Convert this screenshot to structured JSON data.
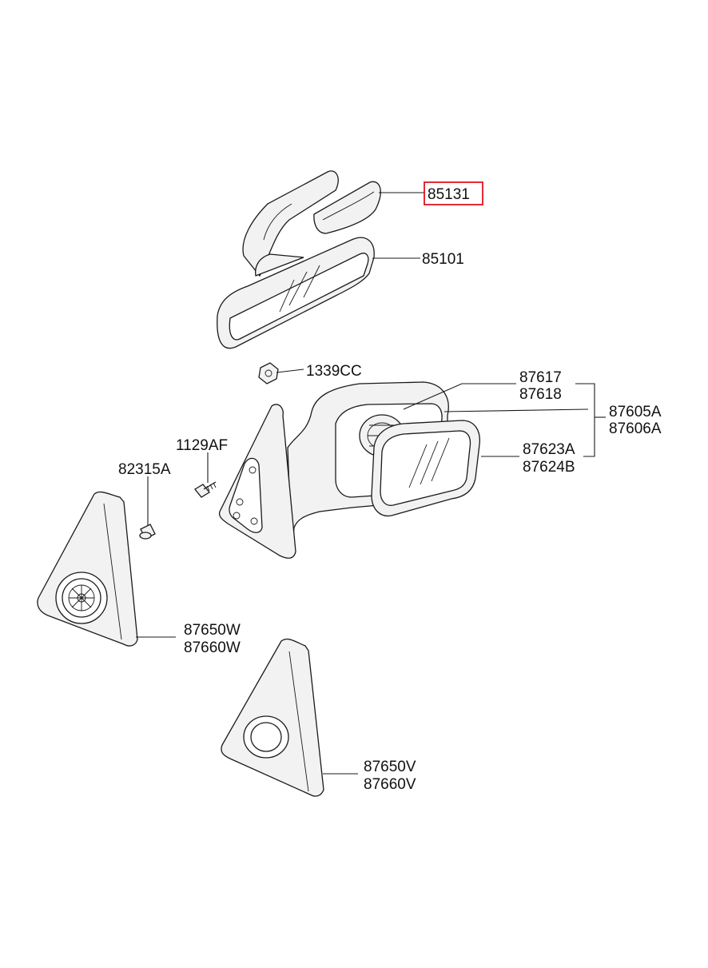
{
  "colors": {
    "highlight": "#e0141e",
    "line": "#1a1a1a",
    "background": "#ffffff"
  },
  "highlighted_part": "85131",
  "labels": {
    "p85131": "85131",
    "p85101": "85101",
    "p1339CC": "1339CC",
    "p87617": "87617",
    "p87618": "87618",
    "p87605A": "87605A",
    "p87606A": "87606A",
    "p87623A": "87623A",
    "p87624B": "87624B",
    "p1129AF": "1129AF",
    "p82315A": "82315A",
    "p87650W": "87650W",
    "p87660W": "87660W",
    "p87650V": "87650V",
    "p87660V": "87660V"
  }
}
